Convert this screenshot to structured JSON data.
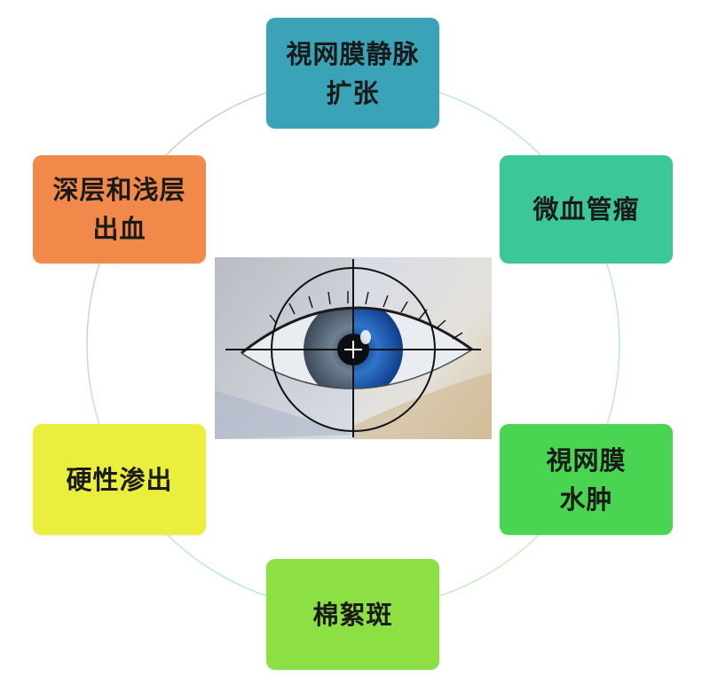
{
  "diagram": {
    "nodes": {
      "top": [
        "視网膜静脉",
        "扩张"
      ],
      "top_right": [
        "微血管瘤"
      ],
      "bottom_right": [
        "視网膜",
        "水肿"
      ],
      "bottom": [
        "棉絮斑"
      ],
      "bottom_left": [
        "硬性渗出"
      ],
      "top_left": [
        "深层和浅层",
        "出血"
      ]
    },
    "colors": {
      "top": "#3aa3b7",
      "top_right": "#3cc79a",
      "bottom_right": "#49d452",
      "bottom": "#8ce043",
      "bottom_left": "#e9ef3c",
      "top_left": "#f0894a"
    },
    "center_image": "eye-with-crosshair"
  }
}
